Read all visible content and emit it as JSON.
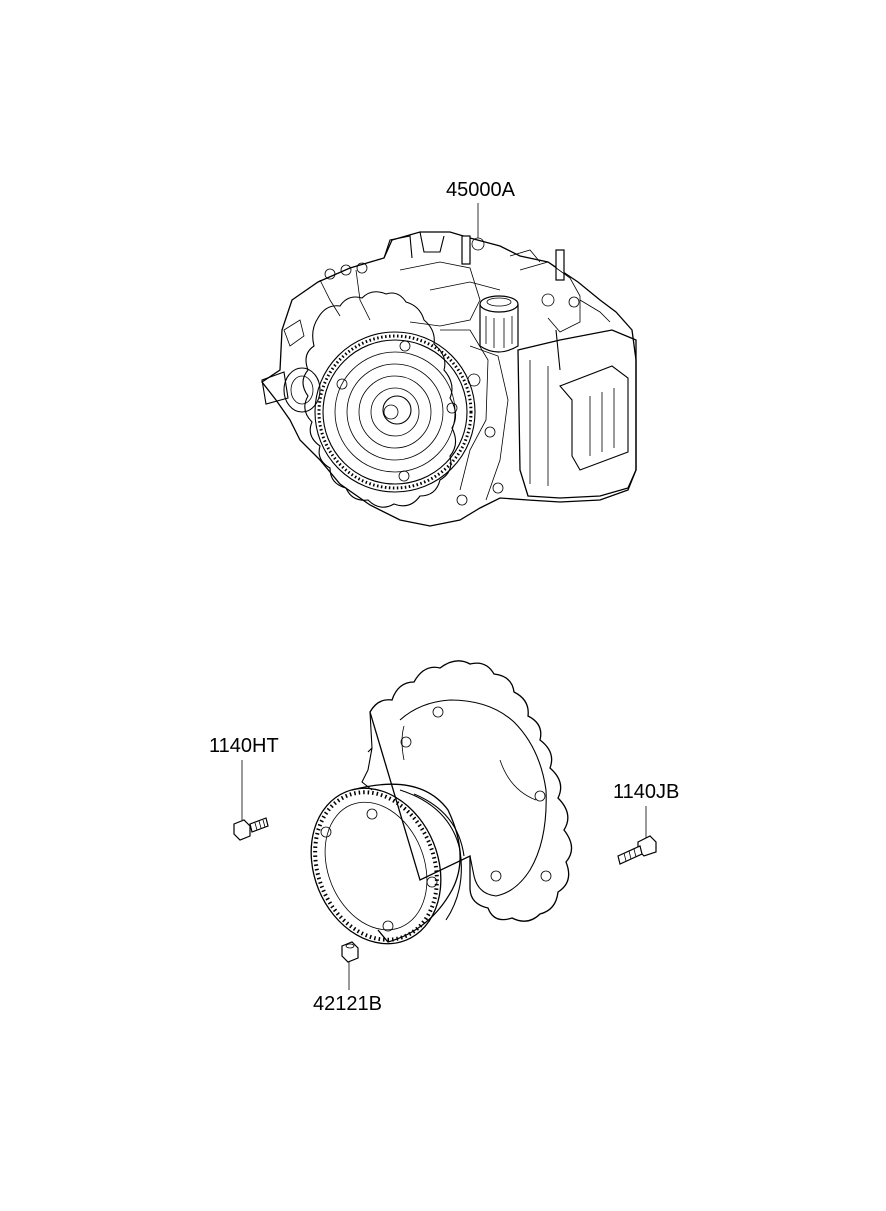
{
  "diagram": {
    "callouts": [
      {
        "id": "transaxle_assembly",
        "label": "45000A"
      },
      {
        "id": "bolt_left",
        "label": "1140HT"
      },
      {
        "id": "bolt_right",
        "label": "1140JB"
      },
      {
        "id": "nut_converter",
        "label": "42121B"
      }
    ]
  }
}
